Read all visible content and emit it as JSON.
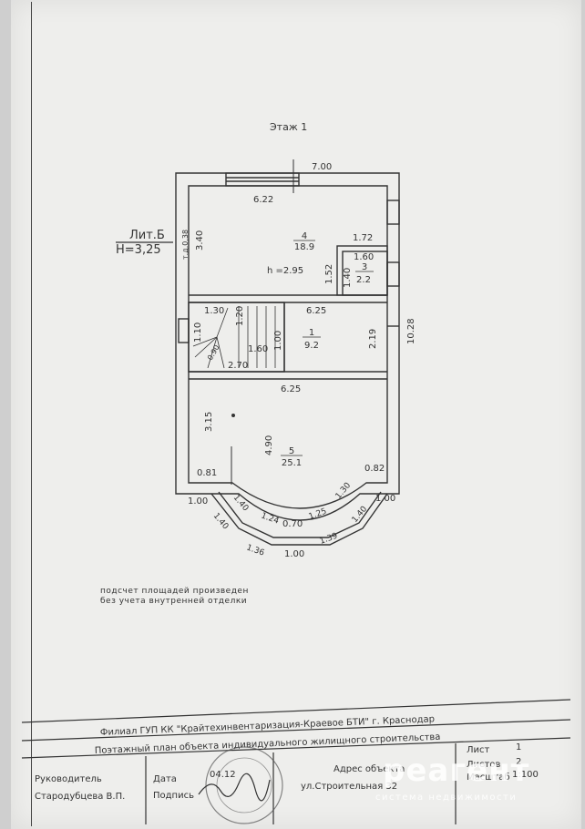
{
  "floor_title": "Этаж 1",
  "liter": "Лит.Б",
  "height": "Н=3,25",
  "dims": {
    "overall_width": "7.00",
    "top_inner_width": "6.22",
    "left_height": "3.40",
    "td": "т.д.0,38",
    "closet_width": "1.72",
    "h_label": "h =2.95",
    "closet_152": "1.52",
    "closet_140": "1.40",
    "closet_160": "1.60",
    "hall_625_top": "6.25",
    "hall_219": "2.19",
    "overall_height": "10.28",
    "stair_130": "1.30",
    "stair_120": "1.20",
    "stair_110": "1.10",
    "stair_160": "1.60",
    "stair_100": "1.00",
    "stair_090": "0.90",
    "stair_270": "2.70",
    "hall_625_bottom": "6.25",
    "living_315": "3.15",
    "living_490": "4.90",
    "left_081": "0.81",
    "right_082": "0.82",
    "bay_left_100": "1.00",
    "bay_right_100": "1.00",
    "bay_140_a": "1.40",
    "bay_140_b": "1.40",
    "bay_130": "1.30",
    "bay_140_c": "1.40",
    "bay_124": "1.24",
    "bay_070": "0.70",
    "bay_125": "1.25",
    "bay_136": "1.36",
    "bay_139": "1.39",
    "bay_bottom_100": "1.00"
  },
  "rooms": [
    {
      "num": "4",
      "area": "18.9"
    },
    {
      "num": "3",
      "area": "2.2"
    },
    {
      "num": "1",
      "area": "9.2"
    },
    {
      "num": "5",
      "area": "25.1"
    }
  ],
  "note_line1": "подсчет площадей произведен",
  "note_line2": "без учета внутренней отделки",
  "stamp": {
    "org": "Филиал ГУП КК \"Крайтехинвентаризация-Краевое БТИ\"  г. Краснодар",
    "plan_title": "Поэтажный план объекта индивидуального жилищного строительства",
    "head_label": "Руководитель",
    "head_name": "Стародубцева В.П.",
    "date_label": "Дата",
    "date_value": "04.12",
    "sign_label": "Подпись",
    "address_label": "Адрес объекта",
    "address_value": "ул.Строительная 32",
    "sheet_label": "Лист",
    "sheet_value": "1",
    "sheets_label": "Листов",
    "sheets_value": "2",
    "scale_label": "Масштаб",
    "scale_value": "1:100"
  },
  "watermark": {
    "brand": "реагент",
    "tagline": "система недвижимости"
  }
}
